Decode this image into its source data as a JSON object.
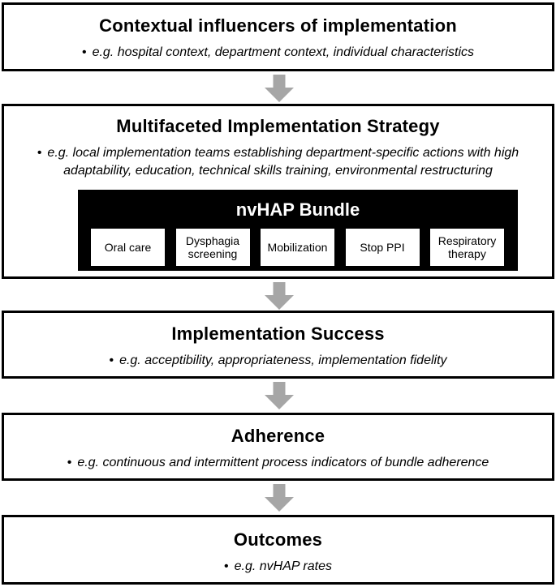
{
  "figure": {
    "marker": "•",
    "colors": {
      "border": "#000000",
      "arrow": "#a6a6a6",
      "bundle_bg": "#000000",
      "bundle_text": "#ffffff"
    },
    "boxes": [
      {
        "title": "Contextual influencers of implementation",
        "bullet": "e.g. hospital context, department context, individual characteristics"
      },
      {
        "title": "Multifaceted Implementation Strategy",
        "bullet": "e.g. local implementation teams establishing department-specific actions with high adaptability, education, technical skills training, environmental restructuring"
      },
      {
        "title": "Implementation Success",
        "bullet": "e.g. acceptibility, appropriateness, implementation fidelity"
      },
      {
        "title": "Adherence",
        "bullet": "e.g. continuous and intermittent process indicators of bundle adherence"
      },
      {
        "title": "Outcomes",
        "bullet": "e.g. nvHAP rates"
      }
    ],
    "bundle": {
      "title": "nvHAP Bundle",
      "items": [
        "Oral care",
        "Dysphagia screening",
        "Mobilization",
        "Stop PPI",
        "Respiratory therapy"
      ]
    }
  }
}
